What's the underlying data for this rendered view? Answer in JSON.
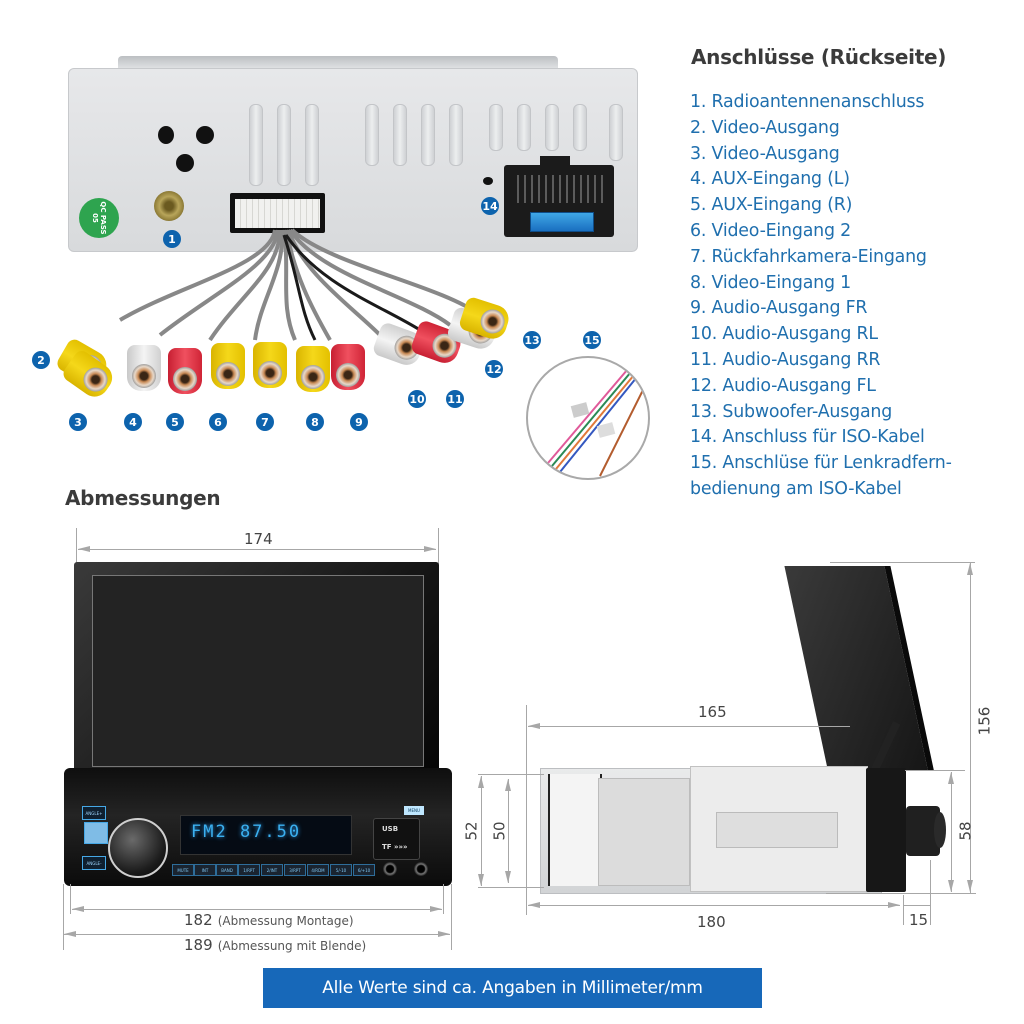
{
  "connections": {
    "title": "Anschlüsse (Rückseite)",
    "items": [
      {
        "num": "1",
        "label": "1. Radioantennenanschluss"
      },
      {
        "num": "2",
        "label": "2. Video-Ausgang"
      },
      {
        "num": "3",
        "label": "3. Video-Ausgang"
      },
      {
        "num": "4",
        "label": "4. AUX-Eingang (L)"
      },
      {
        "num": "5",
        "label": "5. AUX-Eingang (R)"
      },
      {
        "num": "6",
        "label": "6. Video-Eingang 2"
      },
      {
        "num": "7",
        "label": "7. Rückfahrkamera-Eingang"
      },
      {
        "num": "8",
        "label": "8. Video-Eingang 1"
      },
      {
        "num": "9",
        "label": "9. Audio-Ausgang FR"
      },
      {
        "num": "10",
        "label": "10. Audio-Ausgang RL"
      },
      {
        "num": "11",
        "label": "11. Audio-Ausgang RR"
      },
      {
        "num": "12",
        "label": "12. Audio-Ausgang FL"
      },
      {
        "num": "13",
        "label": "13. Subwoofer-Ausgang"
      },
      {
        "num": "14",
        "label": "14. Anschluss für ISO-Kabel"
      },
      {
        "num": "15",
        "label": "15. Anschlüse für Lenkradfern-",
        "label_cont": "bedienung am ISO-Kabel"
      }
    ]
  },
  "back_panel": {
    "qc_sticker": "QC PASS 05"
  },
  "dimensions": {
    "title": "Abmessungen",
    "front": {
      "screen_width": "174",
      "mount_width": "182",
      "mount_width_note": "(Abmessung Montage)",
      "bezel_width": "189",
      "bezel_width_note": "(Abmessung mit Blende)"
    },
    "side": {
      "depth_top": "165",
      "depth_bottom": "180",
      "bezel_depth": "15",
      "total_height": "156",
      "body_height": "58",
      "rear_height_outer": "52",
      "rear_height_inner": "50"
    },
    "unit": "mm"
  },
  "front_unit": {
    "lcd_text": "FM2 87.50",
    "usb_label": "USB",
    "tf_label": "TF »»»",
    "menu_label": "MENU",
    "angle_up": "ANGLE+",
    "angle_down": "ANGLE-",
    "buttons": [
      "MUTE",
      "INT",
      "BAND",
      "1/RPT",
      "2/INT",
      "3/RPT",
      "4/RDM",
      "5/-10",
      "6/+10"
    ]
  },
  "footer": {
    "note": "Alle Werte sind ca. Angaben in Millimeter/mm"
  },
  "colors": {
    "accent_blue": "#1768b9",
    "badge_blue": "#0d63ad",
    "legend_text": "#1f6fae",
    "heading_text": "#3b3b3b"
  }
}
